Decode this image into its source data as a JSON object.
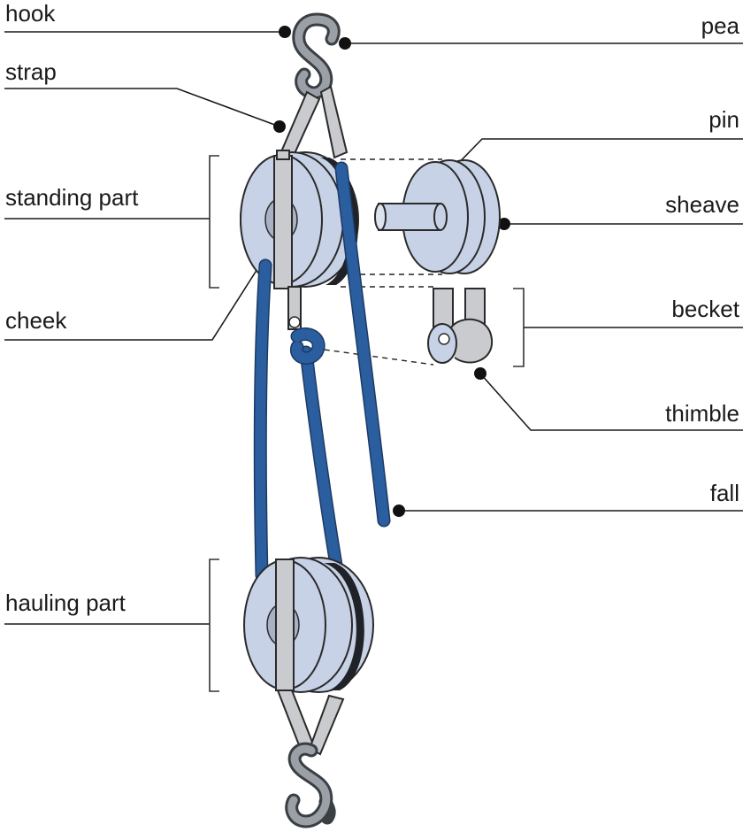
{
  "labels": {
    "hook": "hook",
    "peak": "pea",
    "strap": "strap",
    "pin": "pin",
    "standing_part": "standing part",
    "sheave": "sheave",
    "cheek": "cheek",
    "becket": "becket",
    "thimble": "thimble",
    "fall": "fall",
    "hauling_part": "hauling part"
  },
  "colors": {
    "rope": "#2a5e9e",
    "wheel": "#c7d2e6",
    "metal": "#c9cbcf",
    "hook": "#3a3f44"
  }
}
